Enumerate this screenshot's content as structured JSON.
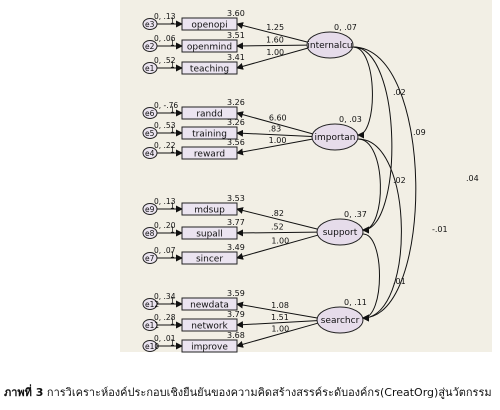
{
  "observed": [
    {
      "label": "openopi",
      "error": "e3",
      "mean": "3.60",
      "err_stats": "0, .13",
      "one": "1"
    },
    {
      "label": "openmind",
      "error": "e2",
      "mean": "3.51",
      "err_stats": "0, .06",
      "one": "1"
    },
    {
      "label": "teaching",
      "error": "e1",
      "mean": "3.41",
      "err_stats": "0, .52",
      "one": "1"
    },
    {
      "label": "randd",
      "error": "e6",
      "mean": "3.26",
      "err_stats": "0, -.76",
      "one": "1"
    },
    {
      "label": "training",
      "error": "e5",
      "mean": "3.26",
      "err_stats": "0, .53",
      "one": "1"
    },
    {
      "label": "reward",
      "error": "e4",
      "mean": "3.56",
      "err_stats": "0, .22",
      "one": "1"
    },
    {
      "label": "mdsup",
      "error": "e9",
      "mean": "3.53",
      "err_stats": "0, .13",
      "one": "1"
    },
    {
      "label": "supall",
      "error": "e8",
      "mean": "3.77",
      "err_stats": "0, .20",
      "one": "1"
    },
    {
      "label": "sincer",
      "error": "e7",
      "mean": "3.49",
      "err_stats": "0, .07",
      "one": "1"
    },
    {
      "label": "newdata",
      "error": "e12",
      "mean": "3.59",
      "err_stats": "0, .34",
      "one": "1"
    },
    {
      "label": "network",
      "error": "e11",
      "mean": "3.79",
      "err_stats": "0, .28",
      "one": "1"
    },
    {
      "label": "improve",
      "error": "e10",
      "mean": "3.68",
      "err_stats": "0, .01",
      "one": "1"
    }
  ],
  "latent": [
    {
      "label": "internalcu",
      "variance": "0, .07"
    },
    {
      "label": "importan",
      "variance": "0, .03"
    },
    {
      "label": "support",
      "variance": "0, .37"
    },
    {
      "label": "searchcr",
      "variance": "0, .11"
    }
  ],
  "loadings": [
    {
      "value": "1.25"
    },
    {
      "value": "1.60"
    },
    {
      "value": "1.00"
    },
    {
      "value": "6.60"
    },
    {
      "value": ".83"
    },
    {
      "value": "1.00"
    },
    {
      "value": ".82"
    },
    {
      "value": ".52"
    },
    {
      "value": "1.00"
    },
    {
      "value": "1.08"
    },
    {
      "value": "1.51"
    },
    {
      "value": "1.00"
    }
  ],
  "covariances": [
    {
      "between": [
        "internalcu",
        "importan"
      ],
      "value": ".02"
    },
    {
      "between": [
        "internalcu",
        "support"
      ],
      "value": ".09"
    },
    {
      "between": [
        "internalcu",
        "searchcr"
      ],
      "value": ".04"
    },
    {
      "between": [
        "importan",
        "support"
      ],
      "value": ".02"
    },
    {
      "between": [
        "importan",
        "searchcr"
      ],
      "value": "-.01"
    },
    {
      "between": [
        "support",
        "searchcr"
      ],
      "value": ".01"
    }
  ],
  "caption": {
    "prefix": "ภาพที่ 3",
    "text": " การวิเคราะห์องค์ประกอบเชิงยืนยันของความคิดสร้างสรรค์ระดับองค์กร(CreatOrg)สู่นวัตกรรม"
  }
}
